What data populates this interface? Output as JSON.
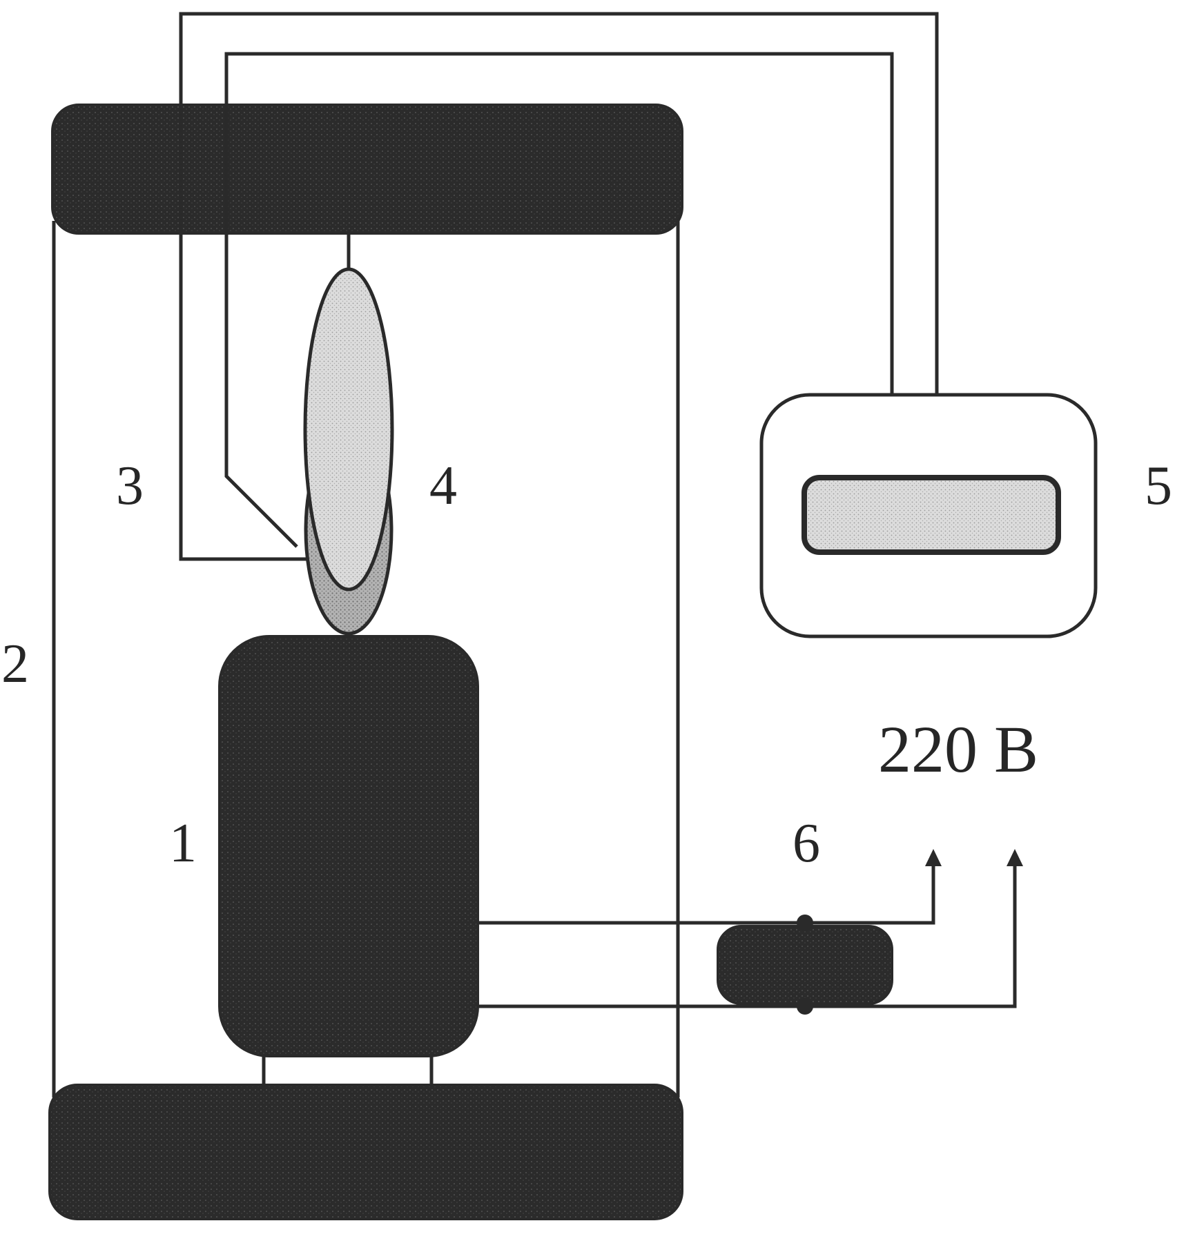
{
  "labels": {
    "motor": "1",
    "frame": "2",
    "wire_pair": "3",
    "sample": "4",
    "meter": "5",
    "switch": "6"
  },
  "voltage": "220 В",
  "colors": {
    "ink": "#2a2a2a",
    "dark_fill": "#2b2b2b",
    "light_fill": "#d9d9d9",
    "mid_fill": "#a9a9a9",
    "background": "#ffffff"
  }
}
